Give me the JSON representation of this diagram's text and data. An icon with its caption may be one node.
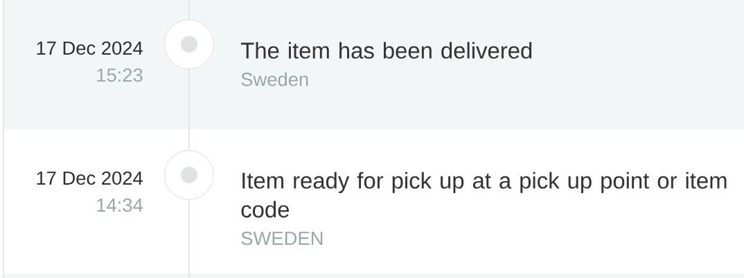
{
  "diagram": {
    "nodes": [
      {
        "text": [
          "17 Dec 2024",
          "15:23",
          "The item has been delivered",
          "Sweden"
        ]
      },
      {
        "text": [],
        "shape": "circle",
        "in": 0
      },
      {
        "text": [
          "17 Dec 2024",
          "14:34",
          "Item ready for pick up at a pick up point or item code",
          "SWEDEN"
        ]
      },
      {
        "text": [],
        "shape": "circle",
        "in": 2
      }
    ],
    "edges": [
      {
        "from": null,
        "to": 1,
        "arrow": "none"
      },
      {
        "from": 1,
        "to": 3,
        "arrow": "none"
      },
      {
        "from": 3,
        "to": null,
        "arrow": "none"
      }
    ]
  }
}
